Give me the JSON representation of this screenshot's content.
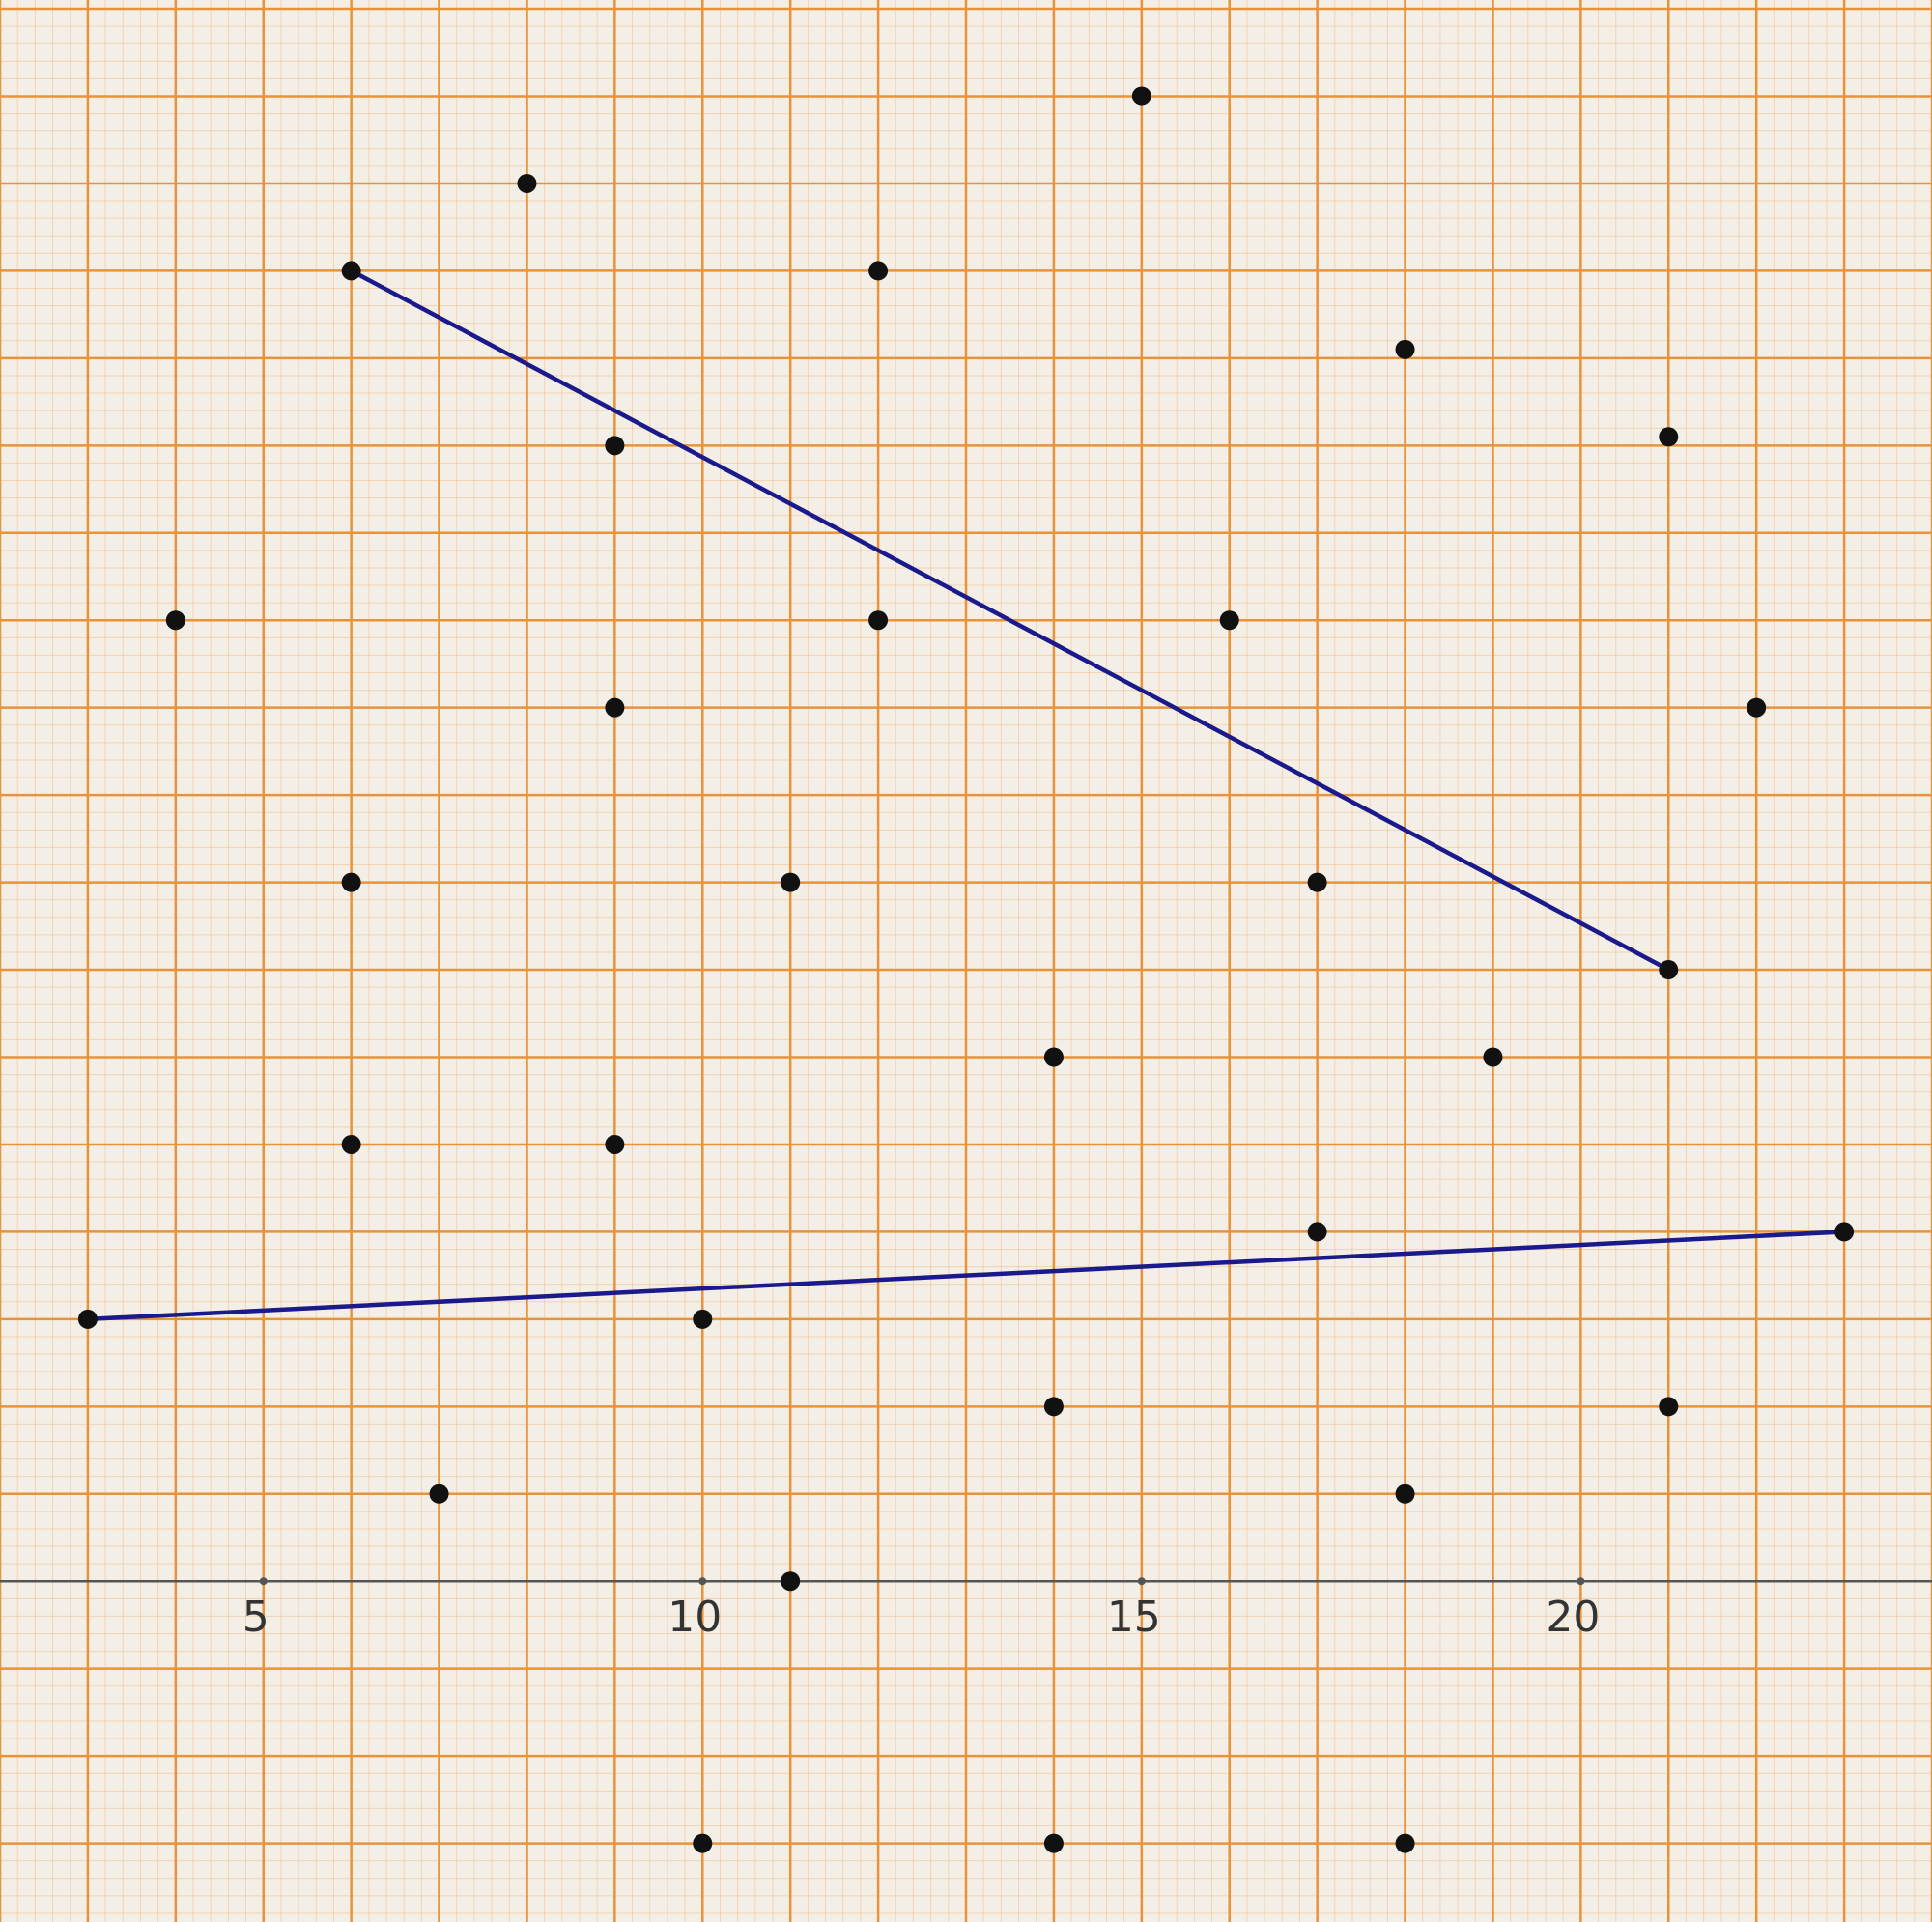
{
  "chart_data": {
    "type": "scatter",
    "title": "",
    "xlabel": "",
    "ylabel": "",
    "grid": true,
    "xlim": [
      2.0,
      24.0
    ],
    "ylim": [
      -3.9,
      18.1
    ],
    "x_tick_labels": [
      "5",
      "10",
      "15",
      "20"
    ],
    "x_tick_values": [
      5,
      10,
      15,
      20
    ],
    "colors": {
      "paper": "#f4efe6",
      "grid_major": "#e8923a",
      "grid_minor": "#f0b27a",
      "axis": "#555555",
      "points": "#111111",
      "lines": "#1a1a8c"
    },
    "points": [
      [
        15.0,
        17.0
      ],
      [
        8.0,
        16.0
      ],
      [
        6.0,
        15.0
      ],
      [
        12.0,
        15.0
      ],
      [
        18.0,
        14.1
      ],
      [
        21.0,
        13.1
      ],
      [
        9.0,
        13.0
      ],
      [
        4.0,
        11.0
      ],
      [
        12.0,
        11.0
      ],
      [
        16.0,
        11.0
      ],
      [
        22.0,
        10.0
      ],
      [
        9.0,
        10.0
      ],
      [
        6.0,
        8.0
      ],
      [
        11.0,
        8.0
      ],
      [
        17.0,
        8.0
      ],
      [
        21.0,
        7.0
      ],
      [
        14.0,
        6.0
      ],
      [
        19.0,
        6.0
      ],
      [
        6.0,
        5.0
      ],
      [
        9.0,
        5.0
      ],
      [
        17.0,
        4.0
      ],
      [
        23.0,
        4.0
      ],
      [
        3.0,
        3.0
      ],
      [
        10.0,
        3.0
      ],
      [
        14.0,
        2.0
      ],
      [
        21.0,
        2.0
      ],
      [
        7.0,
        1.0
      ],
      [
        18.0,
        1.0
      ],
      [
        11.0,
        0.0
      ],
      [
        10.0,
        -3.0
      ],
      [
        14.0,
        -3.0
      ],
      [
        18.0,
        -3.0
      ]
    ],
    "series": [
      {
        "type": "line",
        "points": [
          [
            6.0,
            15.0
          ],
          [
            21.0,
            7.0
          ]
        ]
      },
      {
        "type": "line",
        "points": [
          [
            3.0,
            3.0
          ],
          [
            23.0,
            4.0
          ]
        ]
      }
    ]
  }
}
